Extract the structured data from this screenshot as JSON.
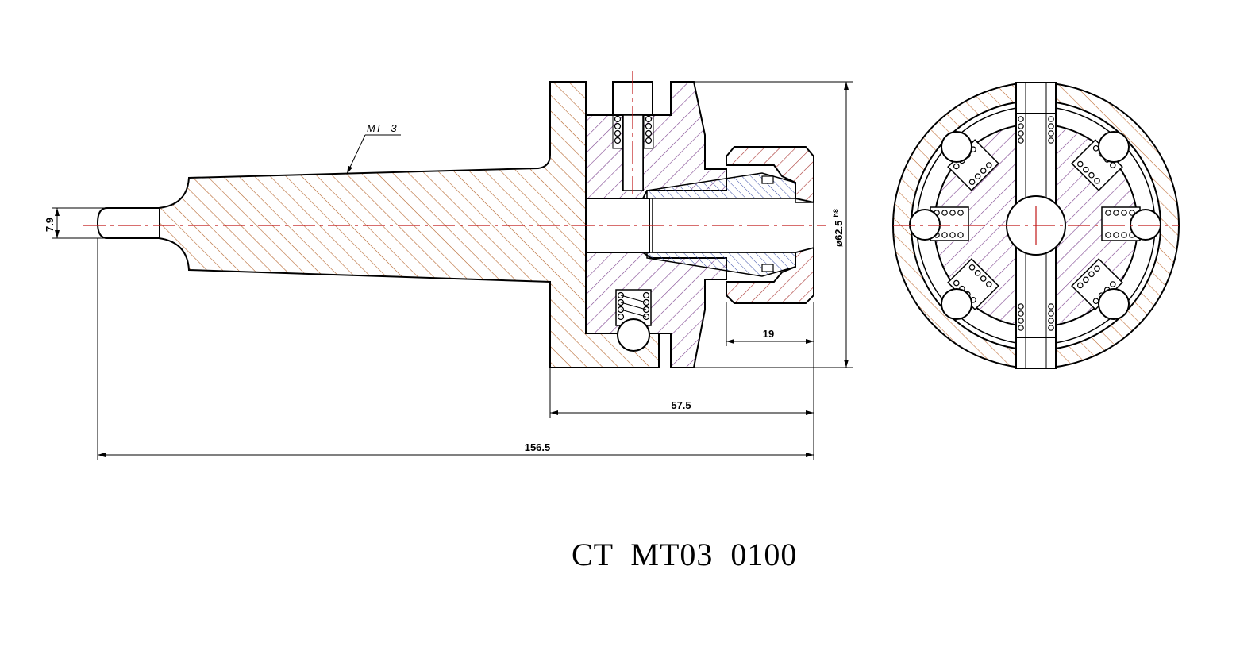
{
  "drawing": {
    "taper_label": "MT - 3",
    "dimensions": {
      "shank_tip": "7.9",
      "diameter": "ø62.5",
      "diameter_tolerance": "h8",
      "nut_length": "19",
      "head_length": "57.5",
      "overall_length": "156.5"
    },
    "part_code": "CT  MT03  0100"
  },
  "colors": {
    "shank_hatch": "#b5652d",
    "ring_hatch": "#c0703a",
    "body_hatch": "#7a3e8c",
    "collet_hatch": "#3b4fa8",
    "nut_hatch": "#a8322e",
    "centerline": "#c01818",
    "line": "#000000"
  }
}
